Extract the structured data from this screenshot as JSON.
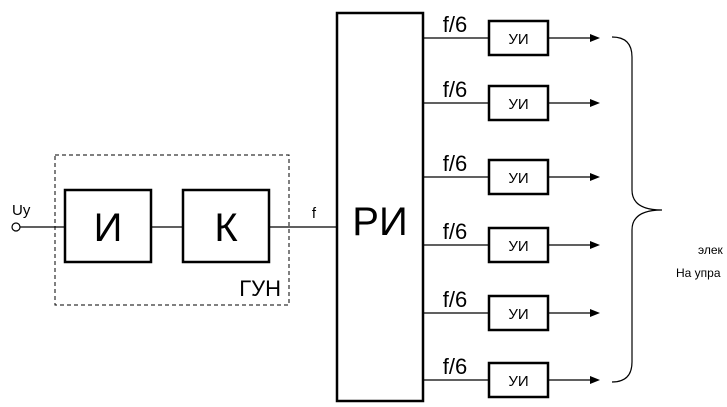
{
  "vco": {
    "input_label": "Uy",
    "block_i": "И",
    "block_k": "К",
    "group_label": "ГУН",
    "output_label": "f"
  },
  "distributor": {
    "label": "РИ"
  },
  "outputs": [
    {
      "freq": "f/6",
      "shaper": "УИ"
    },
    {
      "freq": "f/6",
      "shaper": "УИ"
    },
    {
      "freq": "f/6",
      "shaper": "УИ"
    },
    {
      "freq": "f/6",
      "shaper": "УИ"
    },
    {
      "freq": "f/6",
      "shaper": "УИ"
    },
    {
      "freq": "f/6",
      "shaper": "УИ"
    }
  ],
  "destination": {
    "line1": "элек",
    "line2": "На упра"
  },
  "colors": {
    "stroke": "#000000",
    "background": "#ffffff"
  }
}
